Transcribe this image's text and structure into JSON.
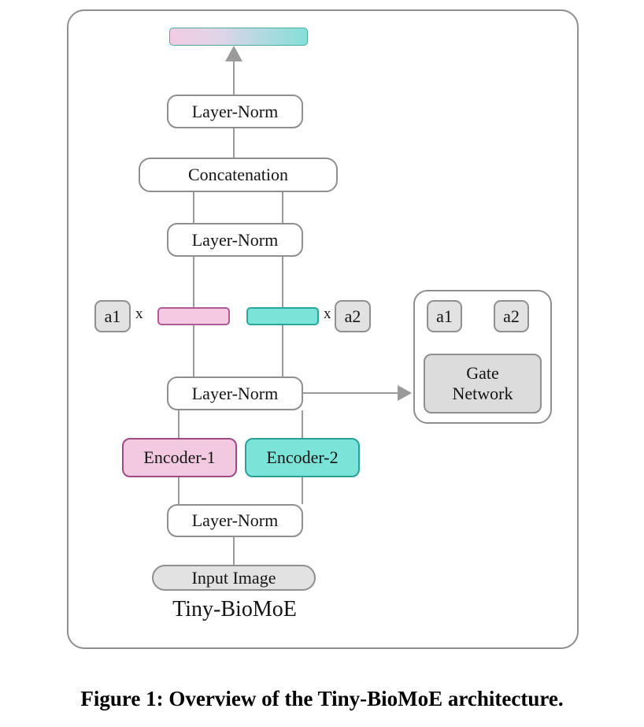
{
  "figure": {
    "caption": "Figure 1: Overview of the Tiny-BioMoE architecture.",
    "diagram_title": "Tiny-BioMoE"
  },
  "nodes": {
    "layer_norm": "Layer-Norm",
    "concatenation": "Concatenation",
    "a1": "a1",
    "a2": "a2",
    "multiply": "x",
    "encoder_1": "Encoder-1",
    "encoder_2": "Encoder-2",
    "gate_line1": "Gate",
    "gate_line2": "Network",
    "input_image": "Input Image"
  },
  "colors": {
    "pink_fill": "#f4c9e1",
    "pink_border": "#9c4b85",
    "teal_fill": "#7ce3d8",
    "teal_border": "#2aa79c",
    "gray_fill": "#e2e2e2",
    "border_gray": "#8f8f8f",
    "line_gray": "#9a9a9a",
    "output_gradient_left": "#f2cce2",
    "output_gradient_right": "#84dfd8"
  }
}
